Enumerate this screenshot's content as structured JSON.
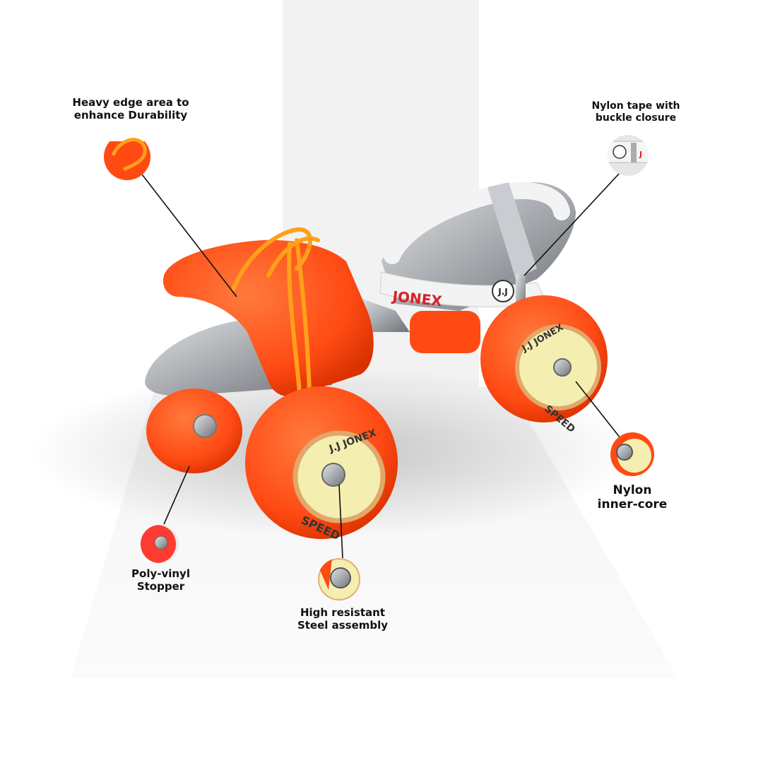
{
  "colors": {
    "background": "#ffffff",
    "panel": "#f2f2f2",
    "orange": "#ff4a14",
    "lace": "#ffa01a",
    "steel": "#b9bcbf",
    "core": "#f4eeb0",
    "strap": "#f3f3f3",
    "brand_red": "#d8202a"
  },
  "callouts": {
    "heavy_edge": "Heavy edge area to\nenhance Durability",
    "nylon_tape": "Nylon tape with\nbuckle closure",
    "stopper": "Poly-vinyl\nStopper",
    "steel_assembly": "High resistant\nSteel assembly",
    "inner_core": "Nylon\ninner-core"
  },
  "product_markings": {
    "strap_brand": "JONEX",
    "strap_logo": "J.J",
    "wheel_brand": "J.J JONEX",
    "wheel_text": "SPEED"
  }
}
